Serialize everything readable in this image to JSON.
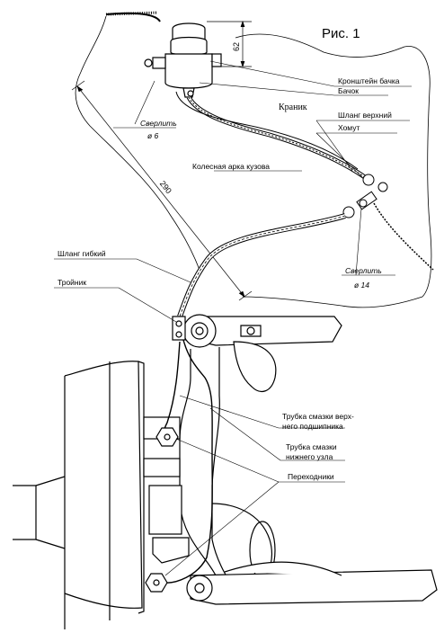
{
  "figure_title": "Рис. 1",
  "dimensions": {
    "height_62": "62",
    "length_290": "290"
  },
  "drill_notes": [
    {
      "label": "Сверлить",
      "value": "ø 6"
    },
    {
      "label": "Сверлить",
      "value": "ø 14"
    }
  ],
  "callouts": {
    "reservoir_bracket": "Кронштейн бачка",
    "reservoir": "Бачок",
    "valve": "Краник",
    "upper_hose": "Шланг верхний",
    "clamp": "Хомут",
    "wheel_arch": "Колесная арка кузова",
    "flexible_hose": "Шланг гибкий",
    "tee": "Тройник",
    "upper_bearing_tube_line1": "Трубка смазки верх-",
    "upper_bearing_tube_line2": "него подшипника",
    "lower_joint_tube_line1": "Трубка смазки",
    "lower_joint_tube_line2": "нижнего узла",
    "adapters": "Переходники"
  }
}
